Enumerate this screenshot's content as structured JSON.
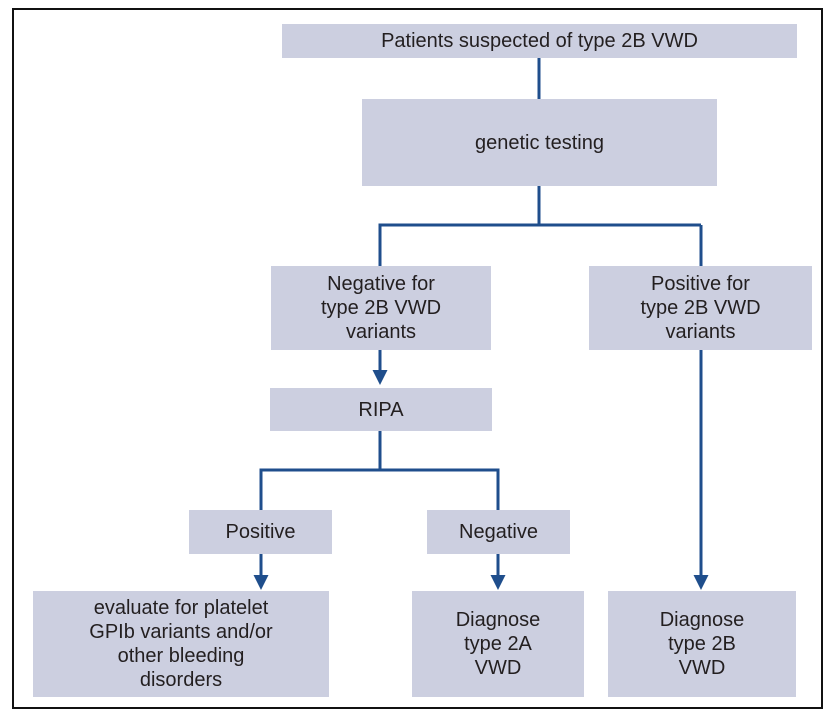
{
  "nodes": {
    "start": {
      "lines": [
        "Patients suspected of type 2B VWD"
      ]
    },
    "genetic": {
      "lines": [
        "genetic testing"
      ]
    },
    "negative_variants": {
      "lines": [
        "Negative for",
        "type 2B VWD",
        "variants"
      ]
    },
    "positive_variants": {
      "lines": [
        "Positive for",
        "type 2B VWD",
        "variants"
      ]
    },
    "ripa": {
      "lines": [
        "RIPA"
      ]
    },
    "ripa_positive": {
      "lines": [
        "Positive"
      ]
    },
    "ripa_negative": {
      "lines": [
        "Negative"
      ]
    },
    "evaluate": {
      "lines": [
        "evaluate for platelet",
        "GPIb variants and/or",
        "other bleeding",
        "disorders"
      ]
    },
    "diagnose_2a": {
      "lines": [
        "Diagnose",
        "type 2A",
        "VWD"
      ]
    },
    "diagnose_2b": {
      "lines": [
        "Diagnose",
        "type 2B",
        "VWD"
      ]
    }
  },
  "colors": {
    "box_fill": "#cccfe0",
    "connector": "#1f4e8c",
    "frame": "#111111"
  }
}
